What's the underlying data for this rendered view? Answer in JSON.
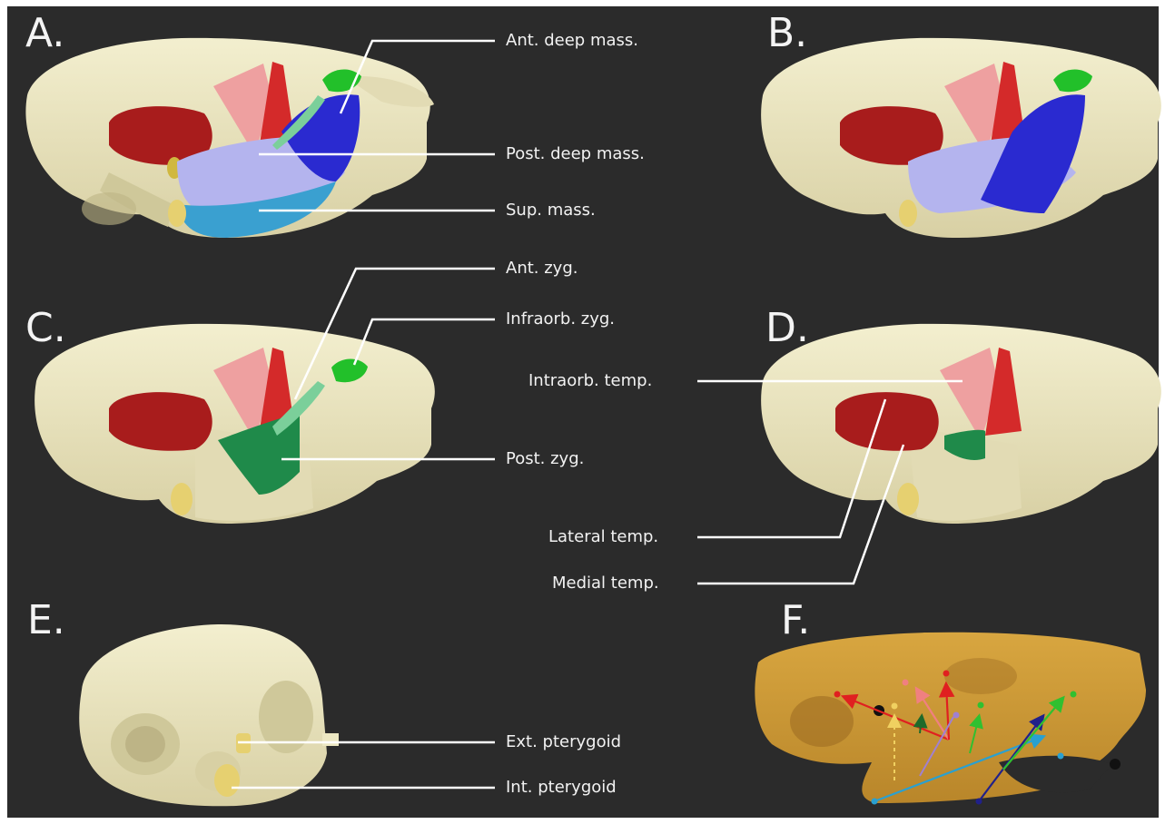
{
  "panels": {
    "a": "A.",
    "b": "B.",
    "c": "C.",
    "d": "D.",
    "e": "E.",
    "f": "F."
  },
  "labels": {
    "ant_deep_mass": "Ant. deep mass.",
    "post_deep_mass": "Post. deep mass.",
    "sup_mass": "Sup. mass.",
    "ant_zyg": "Ant. zyg.",
    "infraorb_zyg": "Infraorb. zyg.",
    "intraorb_temp": "Intraorb. temp.",
    "post_zyg": "Post. zyg.",
    "lateral_temp": "Lateral temp.",
    "medial_temp": "Medial temp.",
    "ext_pterygoid": "Ext. pterygoid",
    "int_pterygoid": "Int. pterygoid"
  },
  "colors": {
    "background": "#2b2b2b",
    "bone": "#ece7c2",
    "bone_shadow": "#cfc89a",
    "dark_red": "#a81c1c",
    "red": "#d42a2a",
    "pink": "#eea0a0",
    "green": "#22c02a",
    "dark_green": "#1f8a4a",
    "blue": "#2a2ad0",
    "lavender": "#b4b4ee",
    "cyan": "#3aa0d0",
    "yellow": "#e6d070",
    "photo": "#c9962e"
  }
}
